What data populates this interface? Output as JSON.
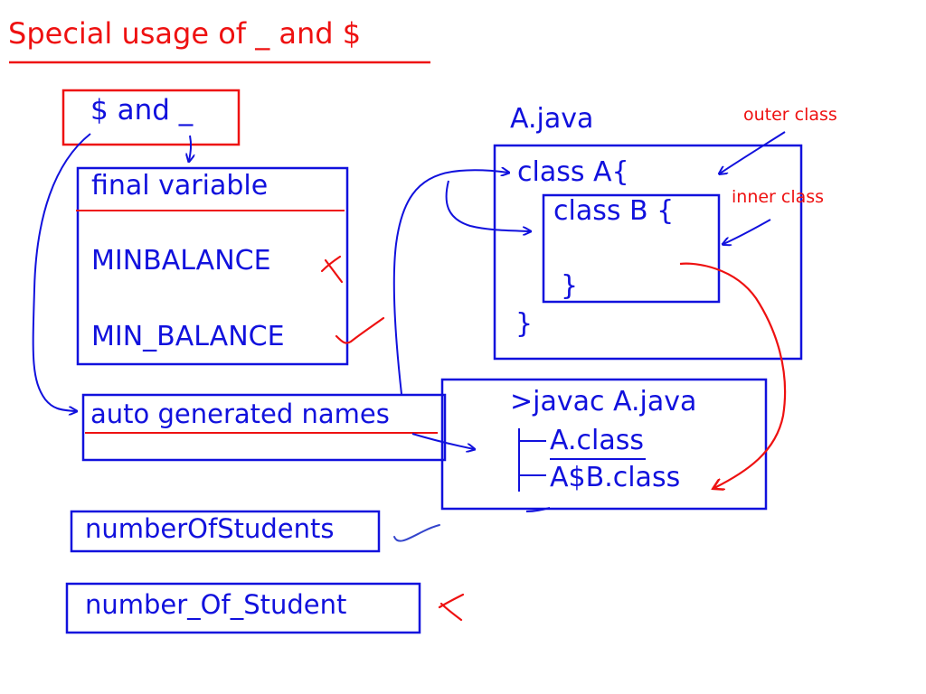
{
  "title": "Special usage of _ and $",
  "top_box": "$ and _",
  "final_box": {
    "heading": "final variable",
    "item1": "MINBALANCE",
    "item2": "MIN_BALANCE"
  },
  "auto_box": "auto generated names",
  "names": {
    "good": "numberOfStudents",
    "bad": "number_Of_Student"
  },
  "java": {
    "file_label": "A.java",
    "outer_open": "class A{",
    "inner_open": "class B {",
    "inner_close": "}",
    "outer_close": "}",
    "outer_annotation": "outer class",
    "inner_annotation": "inner class"
  },
  "compile": {
    "command": ">javac A.java",
    "output1": "A.class",
    "output2": "A$B.class"
  },
  "colors": {
    "ink_blue": "#1111dd",
    "ink_red": "#ee1111",
    "background": "#ffffff"
  }
}
